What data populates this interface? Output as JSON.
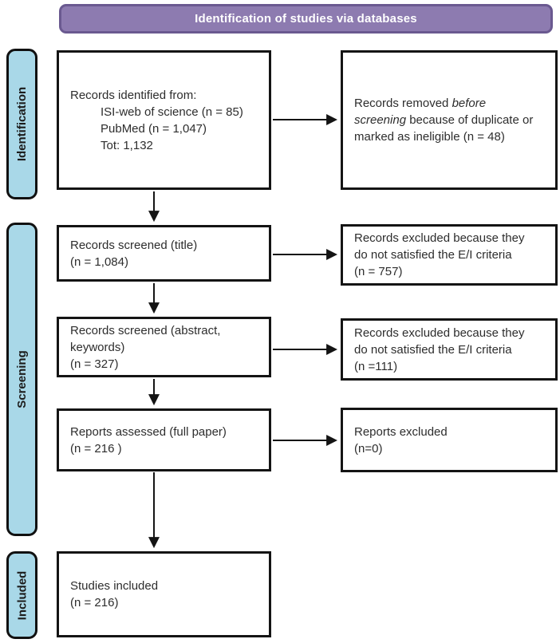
{
  "colors": {
    "banner_fill": "#8d7bb0",
    "banner_border": "#6a5990",
    "sidebar_fill": "#a9d8e8"
  },
  "banner": {
    "title": "Identification of studies via databases"
  },
  "sidebar": {
    "identification": "Identification",
    "screening": "Screening",
    "included": "Included"
  },
  "boxes": {
    "records_identified": {
      "heading": "Records identified from:",
      "items": [
        "ISI-web of science (n = 85)",
        "PubMed (n = 1,047)",
        "Tot: 1,132"
      ]
    },
    "records_removed": {
      "l1a": "Records removed ",
      "l1b_italic": "before",
      "l2a_italic": "screening",
      "l2b": " because of duplicate or",
      "l3": "marked as ineligible (n = 48)"
    },
    "records_screened_title": {
      "lines": [
        "Records screened (title)",
        "(n = 1,084)"
      ]
    },
    "records_excluded_title": {
      "lines": [
        "Records excluded because they",
        "do not satisfied the E/I criteria",
        "(n = 757)"
      ]
    },
    "records_screened_abstract": {
      "lines": [
        "Records screened (abstract,",
        "keywords)",
        "(n = 327)"
      ]
    },
    "records_excluded_abstract": {
      "lines": [
        "Records excluded because they",
        "do not satisfied the E/I criteria",
        "(n =111)"
      ]
    },
    "reports_assessed": {
      "lines": [
        "Reports assessed (full paper)",
        "(n = 216 )"
      ]
    },
    "reports_excluded": {
      "lines": [
        "Reports excluded",
        "(n=0)"
      ]
    },
    "studies_included": {
      "lines": [
        "Studies included",
        "(n = 216)"
      ]
    }
  }
}
